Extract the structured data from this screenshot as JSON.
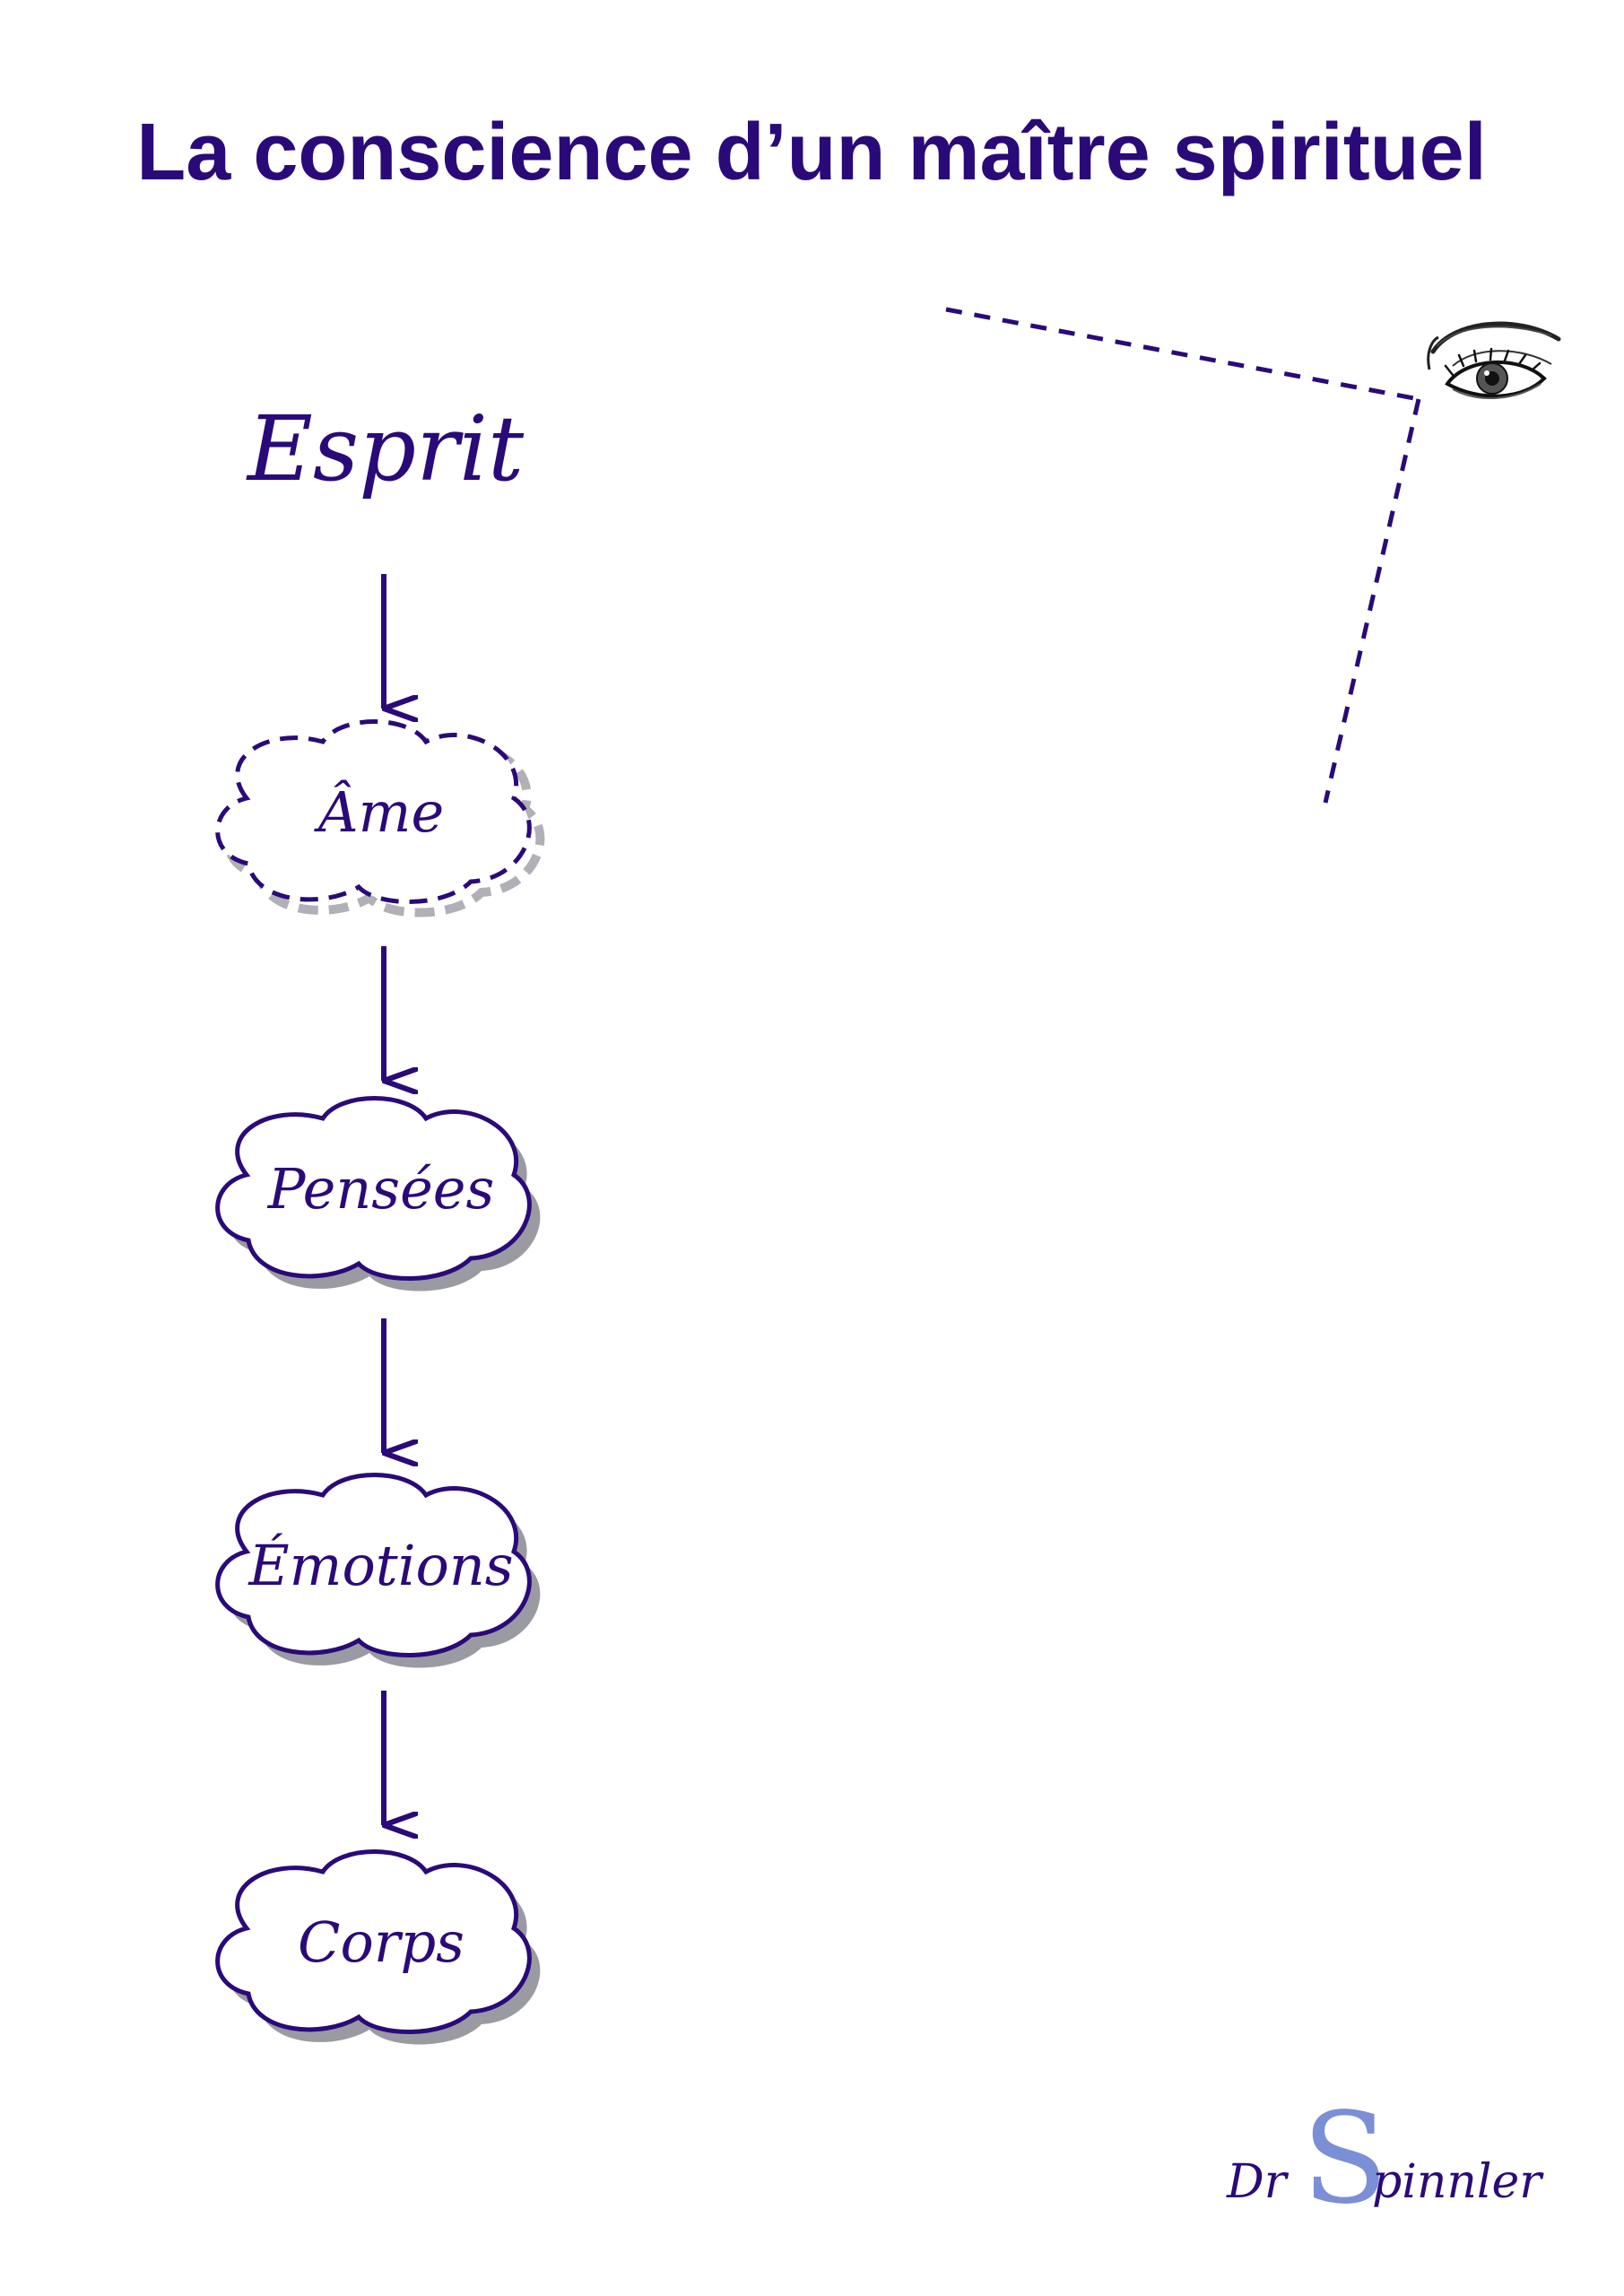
{
  "title": "La conscience d’un maître spirituel",
  "colors": {
    "primary": "#2a0a78",
    "shadow": "#9a9aa2",
    "signature_accent": "#7b8fd6"
  },
  "diagram": {
    "top_label": "Esprit",
    "nodes": [
      {
        "label": "Âme",
        "style": "dashed"
      },
      {
        "label": "Pensées",
        "style": "solid"
      },
      {
        "label": "Émotions",
        "style": "solid"
      },
      {
        "label": "Corps",
        "style": "solid"
      }
    ],
    "observer_icon": "eye-icon"
  },
  "signature": {
    "prefix": "Dr",
    "initial": "S",
    "rest": "pinnler"
  }
}
